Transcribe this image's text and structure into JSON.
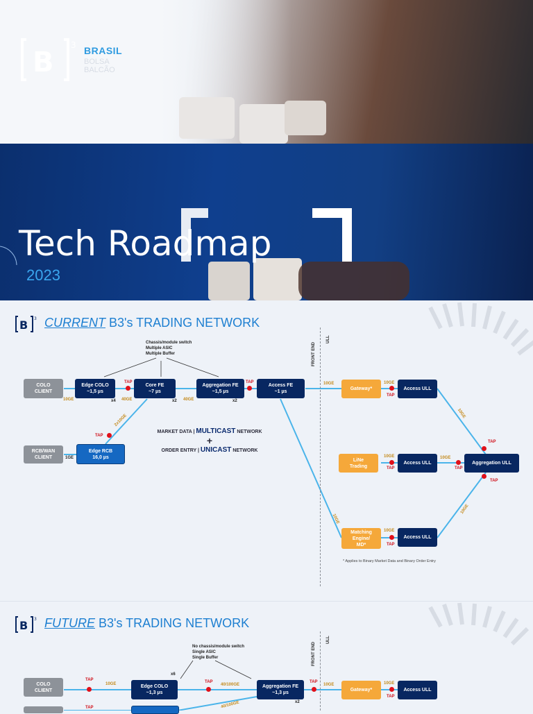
{
  "brand": {
    "name": "BRASIL",
    "sub1": "BOLSA",
    "sub2": "BALCÃO"
  },
  "hero": {
    "title": "Tech Roadmap",
    "year": "2023"
  },
  "current": {
    "title_kw": "CURRENT",
    "title_rest": " B3's TRADING NETWORK",
    "chassis_note": "Chassis/module switch\nMultiple ASIC\nMultiple Buffer",
    "nodes": {
      "colo_client": "COLO\nCLIENT",
      "edge_colo": "Edge COLO\n~1,5 µs",
      "core_fe": "Core FE\n~7 µs",
      "aggregation_fe": "Aggregation FE\n~1,5 µs",
      "access_fe": "Access FE\n~1 µs",
      "rcb_wan_client": "RCB/WAN\nCLIENT",
      "edge_rcb": "Edge RCB\n16,0 µs",
      "gateway": "Gateway*",
      "access_ull_1": "Access ULL",
      "line_trading": "LiNe\nTrading",
      "access_ull_2": "Access ULL",
      "aggregation_ull": "Aggregation ULL",
      "matching_engine": "Matching\nEngine/\nMD*",
      "access_ull_3": "Access ULL"
    },
    "labels": {
      "l10ge_a": "10GE",
      "l40ge_a": "40GE",
      "l40ge_b": "40GE",
      "l10ge_b": "10GE",
      "l2x10ge": "2x10GE",
      "l1ge": "1GE",
      "l10ge_c": "10GE",
      "l10ge_d": "10GE",
      "l10ge_e": "10GE",
      "l10ge_f": "10GE",
      "l10ge_g": "10GE",
      "l10ge_h": "10GE",
      "l10ge_i": "10GE"
    },
    "x4": "x4",
    "x2a": "x2",
    "x2b": "x2",
    "tap": "TAP",
    "market_data": "MARKET DATA | ",
    "multicast": "MULTICAST",
    "network1": " NETWORK",
    "plus": "+",
    "order_entry": "ORDER ENTRY | ",
    "unicast": "UNICAST",
    "network2": " NETWORK",
    "front_end": "FRONT END",
    "ull": "ULL",
    "footnote": "* Applies to Binary Market Data and Binary Order Entry"
  },
  "future": {
    "title_kw": "FUTURE",
    "title_rest": " B3's TRADING NETWORK",
    "chassis_note": "No chassis/module switch\nSingle ASIC\nSingle Buffer",
    "nodes": {
      "colo_client": "COLO\nCLIENT",
      "edge_colo": "Edge COLO\n~1,3 µs",
      "aggregation_fe": "Aggregation FE\n~1,3 µs",
      "gateway": "Gateway*",
      "access_ull": "Access ULL"
    },
    "labels": {
      "l10ge_a": "10GE",
      "l40100ge_a": "40/100GE",
      "l10ge_b": "10GE",
      "l10ge_c": "10GE",
      "l40100ge_b": "40/100GE"
    },
    "x6": "x6",
    "x2": "x2",
    "tap": "TAP",
    "front_end": "FRONT END",
    "ull": "ULL"
  },
  "colors": {
    "navy": "#082761",
    "orange": "#f5a83a",
    "accent": "#1d7fd1",
    "tap": "#e0101a"
  }
}
